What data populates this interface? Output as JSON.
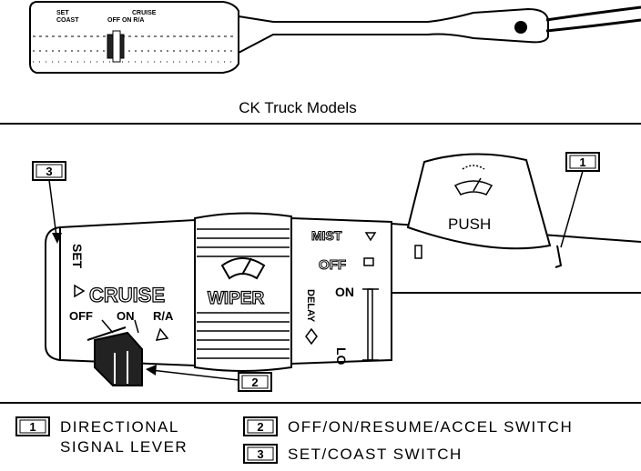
{
  "top_figure": {
    "caption": "CK Truck Models",
    "lever_left_label": "SET\nCOAST",
    "lever_right_label": "CRUISE\nOFF ON R/A"
  },
  "main_figure": {
    "cruise_title": "CRUISE",
    "set_label": "SET",
    "off_label": "OFF",
    "on_label": "ON",
    "ra_label": "R/A",
    "wiper_label": "WIPER",
    "mist_label": "MIST",
    "wiper_off_label": "OFF",
    "wiper_on_label": "ON",
    "delay_label": "DELAY",
    "lo_label": "LO",
    "push_label": "PUSH"
  },
  "callouts": [
    {
      "number": "1"
    },
    {
      "number": "2"
    },
    {
      "number": "3"
    }
  ],
  "legend": [
    {
      "number": "1",
      "text": "DIRECTIONAL\nSIGNAL LEVER"
    },
    {
      "number": "2",
      "text": "OFF/ON/RESUME/ACCEL SWITCH"
    },
    {
      "number": "3",
      "text": "SET/COAST SWITCH"
    }
  ]
}
